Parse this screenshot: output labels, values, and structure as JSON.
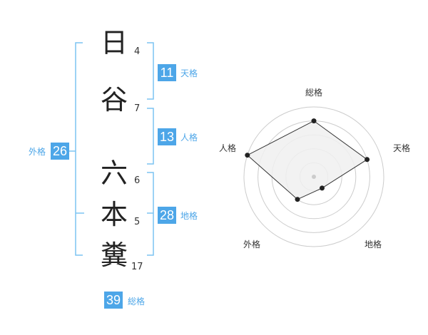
{
  "name": {
    "chars": [
      {
        "char": "日",
        "strokes": "4"
      },
      {
        "char": "谷",
        "strokes": "7"
      },
      {
        "char": "六",
        "strokes": "6"
      },
      {
        "char": "本",
        "strokes": "5"
      },
      {
        "char": "糞",
        "strokes": "17"
      }
    ]
  },
  "kakusu": {
    "tenkaku": {
      "value": "11",
      "label": "天格"
    },
    "jinkaku": {
      "value": "13",
      "label": "人格"
    },
    "chikaku": {
      "value": "28",
      "label": "地格"
    },
    "gaikaku": {
      "value": "26",
      "label": "外格"
    },
    "soukaku": {
      "value": "39",
      "label": "総格"
    }
  },
  "colors": {
    "accent": "#4da6e8",
    "bracket": "#7cc4f2",
    "ring": "#cccccc",
    "polygon_fill": "#f0f0f0",
    "polygon_stroke": "#333333"
  },
  "radar": {
    "axes": [
      "総格",
      "天格",
      "地格",
      "外格",
      "人格"
    ],
    "levels": 5,
    "max": 5,
    "values": [
      4,
      4,
      1,
      2,
      5
    ]
  }
}
